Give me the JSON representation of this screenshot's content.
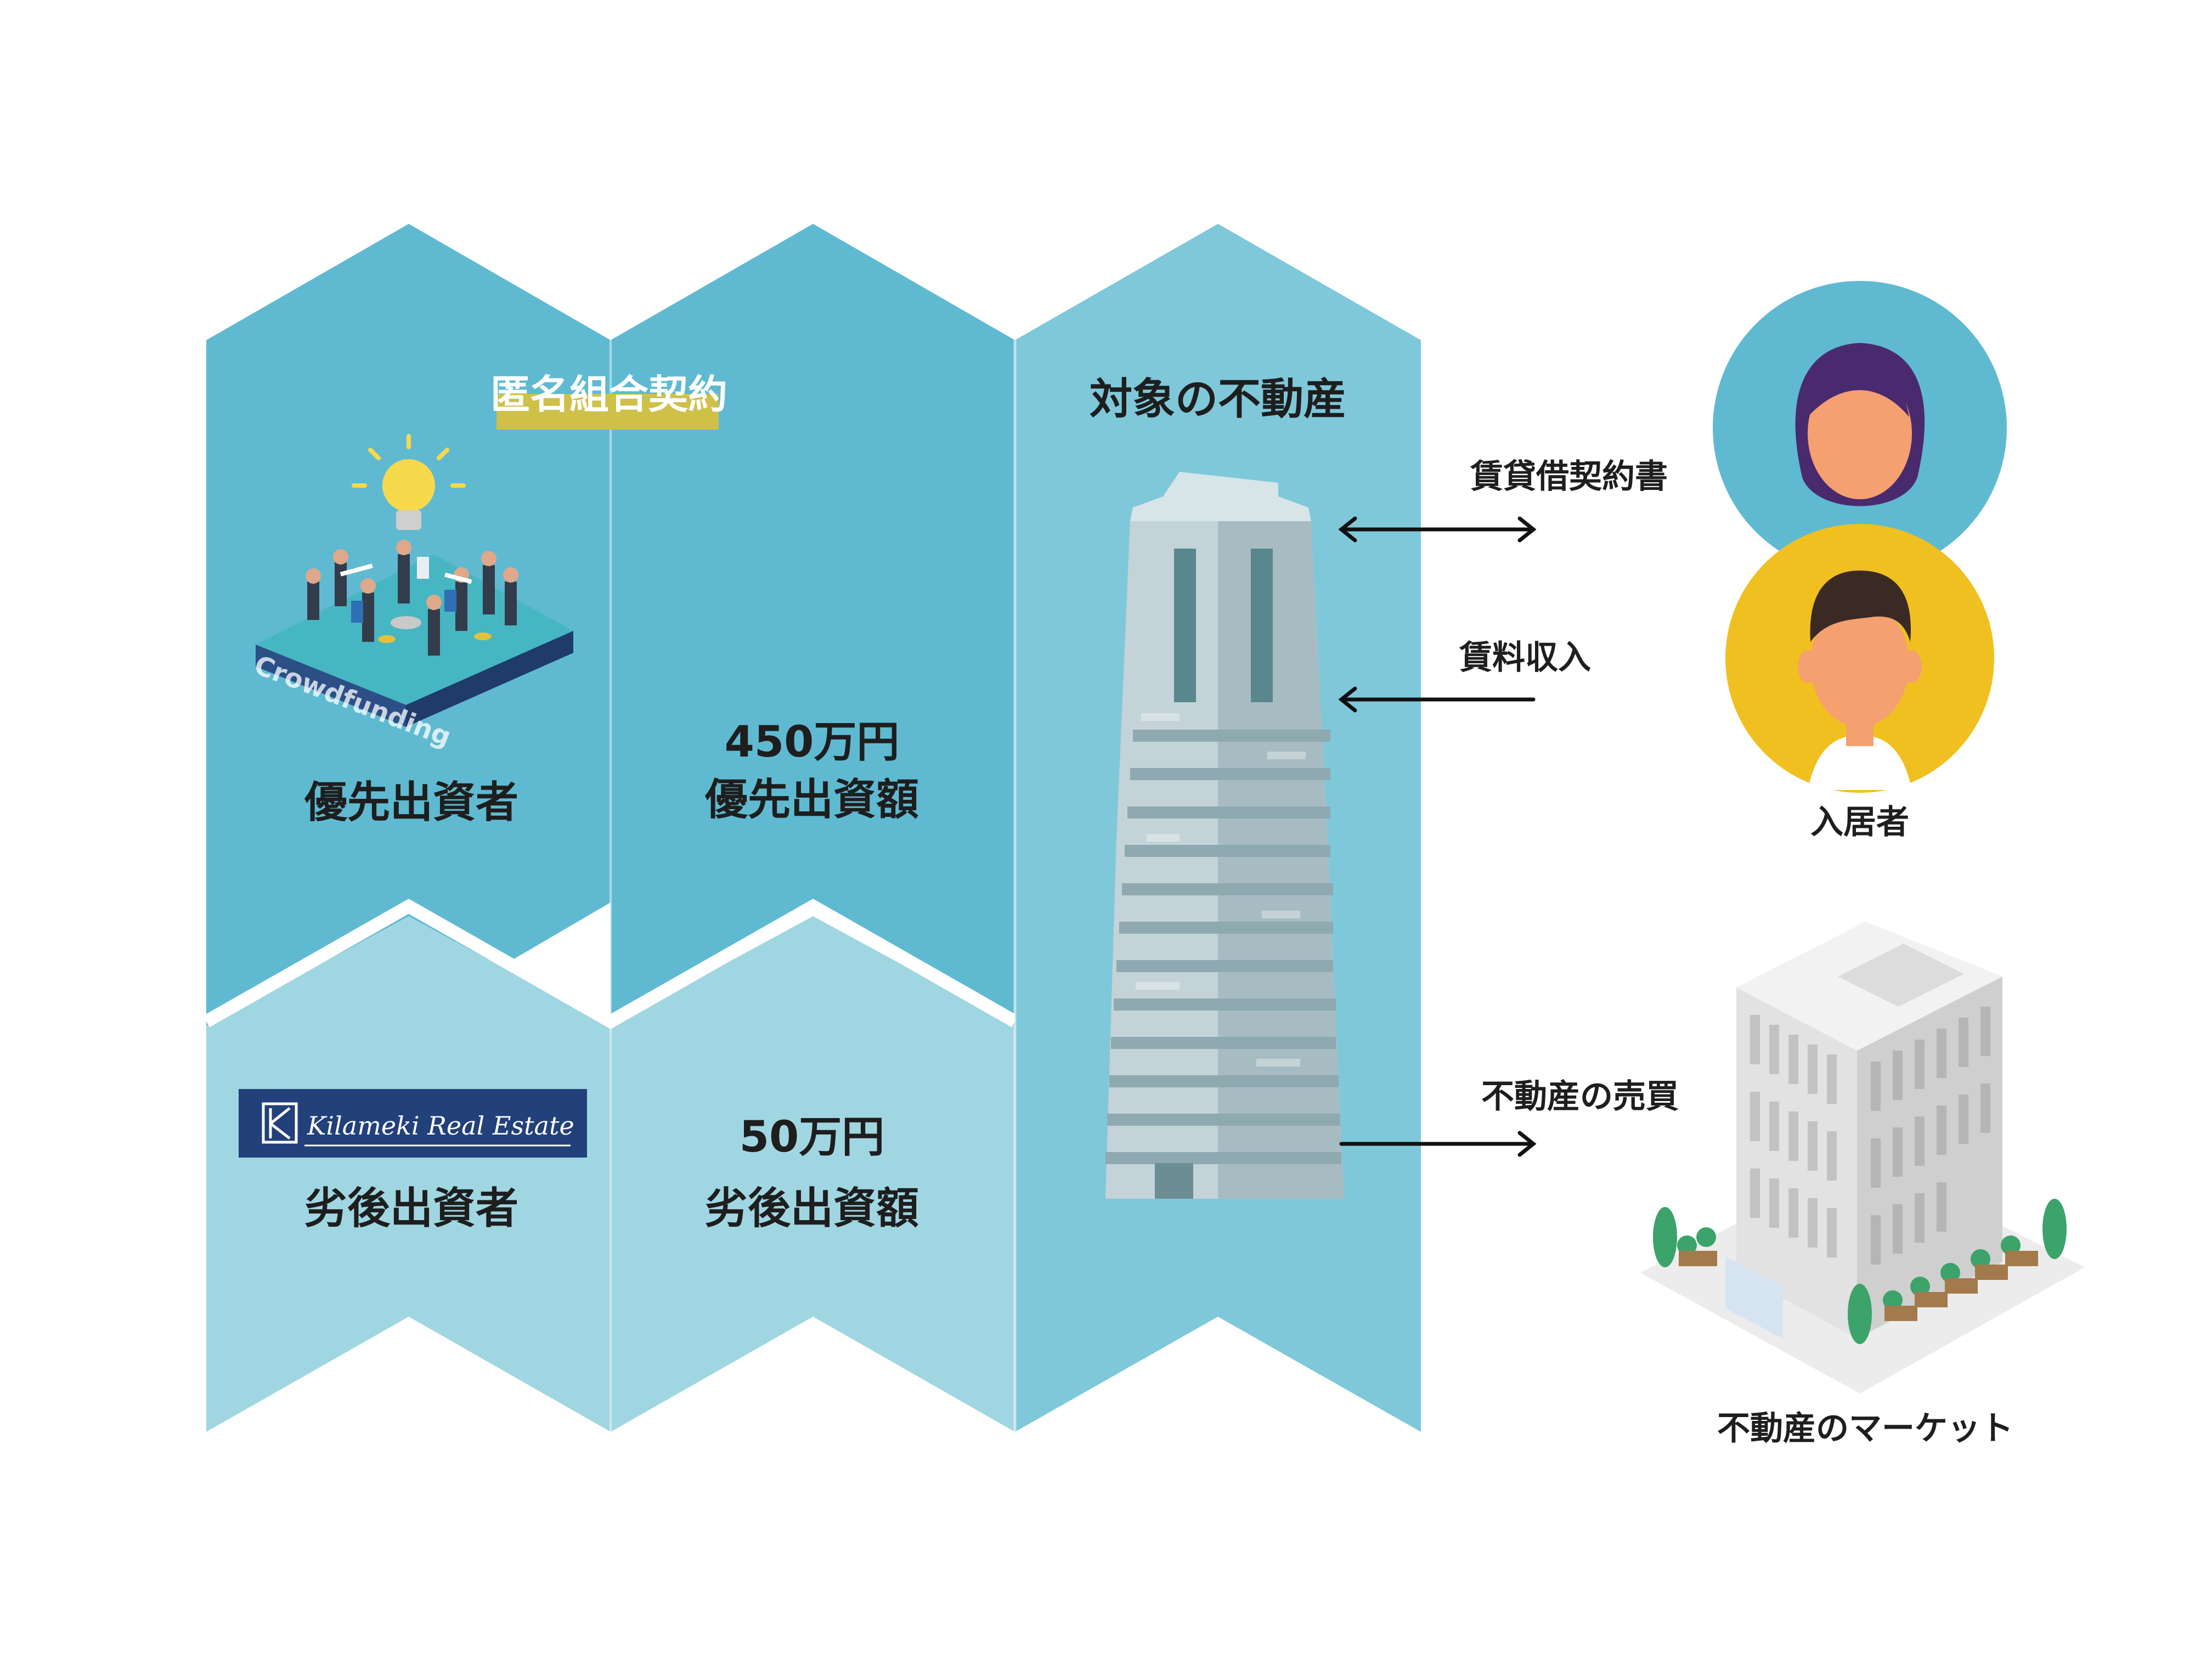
{
  "contract_label": "匿名組合契約",
  "crowdfunding_text": "Crowdfunding",
  "senior": {
    "investor_label": "優先出資者",
    "amount": "450万円",
    "amount_label": "優先出資額"
  },
  "junior": {
    "investor_label": "劣後出資者",
    "amount": "50万円",
    "amount_label": "劣後出資額",
    "logo_text": "Kilameki Real Estate"
  },
  "property": {
    "title": "対象の不動産"
  },
  "flows": {
    "lease": "賃貸借契約書",
    "rent": "賃料収入",
    "sale": "不動産の売買"
  },
  "tenants_label": "入居者",
  "market_label": "不動産のマーケット",
  "colors": {
    "senior_panel": "#5fbad1",
    "junior_panel": "#a0d6e2",
    "property_panel": "#7ec8da",
    "highlight": "#cfc048",
    "logo_bg": "#22407a",
    "tenant_female_bg": "#5fbad1",
    "tenant_male_bg": "#f0c020"
  }
}
